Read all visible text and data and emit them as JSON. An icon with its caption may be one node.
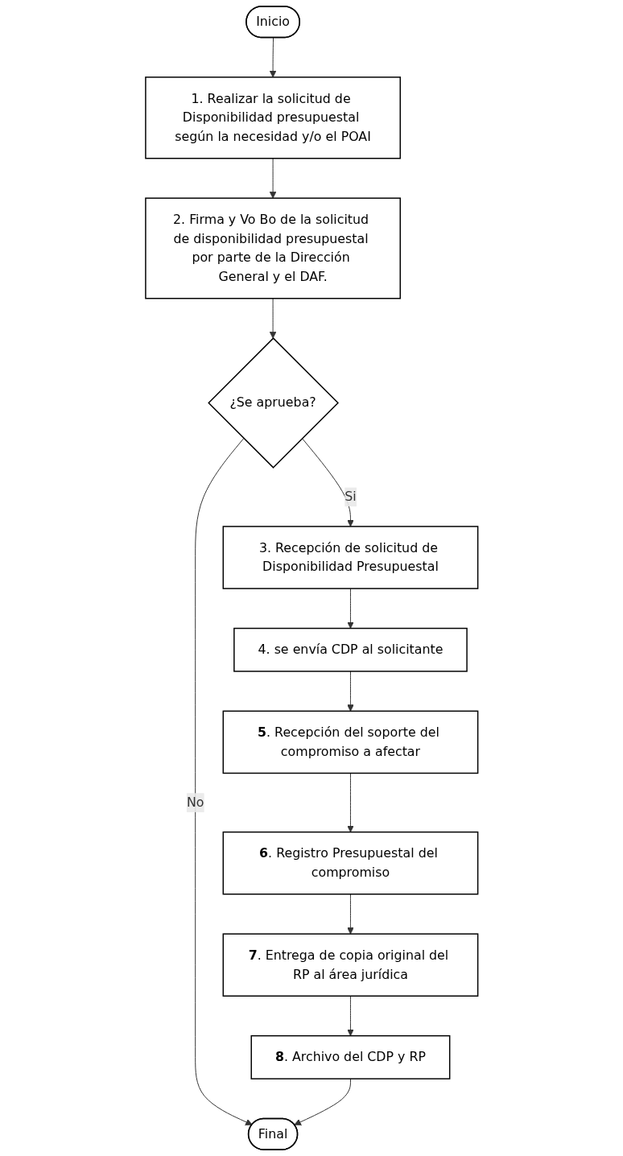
{
  "diagram": {
    "nodes": [
      {
        "text": [
          "Inicio"
        ]
      },
      {
        "text": [
          "1. Realizar la solicitud de Disponibilidad presupuestal según la necesidad y/o el POAI"
        ]
      },
      {
        "text": [
          "2. Firma y Vo Bo de la solicitud de disponibilidad presupuestal por parte de la Dirección General y el DAF."
        ]
      },
      {
        "text": [
          "¿Se aprueba?"
        ]
      },
      {
        "text": [
          "3. Recepción de solicitud de Disponibilidad Presupuestal"
        ]
      },
      {
        "text": [
          "4. se envía CDP al solicitante"
        ]
      },
      {
        "text": [
          "**5**. Recepción del soporte del compromiso a afectar"
        ]
      },
      {
        "text": [
          "**6**. Registro Presupuestal del compromiso"
        ]
      },
      {
        "text": [
          "**7**. Entrega de copia original del RP al área jurídica"
        ]
      },
      {
        "text": [
          "**8**. Archivo del CDP y RP"
        ]
      },
      {
        "text": [
          "Final"
        ]
      }
    ],
    "edges": [
      {
        "from": 0,
        "to": 1,
        "arrow": "to"
      },
      {
        "from": 1,
        "to": 2,
        "arrow": "to"
      },
      {
        "from": 2,
        "to": 3,
        "arrow": "to"
      },
      {
        "from": 3,
        "to": 10,
        "label": "No",
        "arrow": "to"
      },
      {
        "from": 3,
        "to": 4,
        "label": "Si",
        "arrow": "to"
      },
      {
        "from": 4,
        "to": 5,
        "arrow": "to"
      },
      {
        "from": 5,
        "to": 6,
        "arrow": "to"
      },
      {
        "from": 6,
        "to": 7,
        "arrow": "to"
      },
      {
        "from": 7,
        "to": 8,
        "arrow": "to"
      },
      {
        "from": 8,
        "to": 9,
        "arrow": "to"
      },
      {
        "from": 9,
        "to": 10,
        "arrow": "to"
      }
    ]
  }
}
